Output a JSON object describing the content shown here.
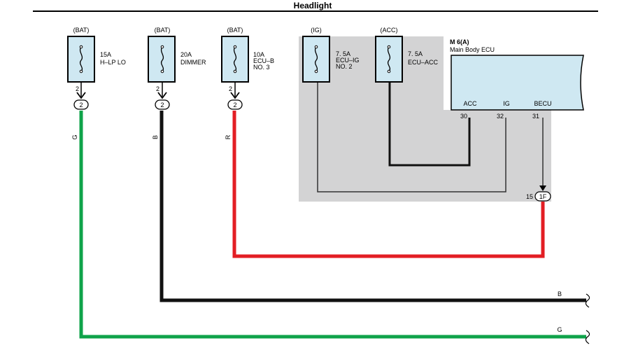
{
  "title": "Headlight",
  "colors": {
    "fuse_fill": "#cfe8f2",
    "shade": "#d3d3d4",
    "wire_green": "#0fa34a",
    "wire_black": "#111111",
    "wire_red": "#e31e24",
    "thin_wire": "#333333"
  },
  "fuses": [
    {
      "source": "(BAT)",
      "rating": "15A",
      "name_1": "H–LP LO",
      "name_2": "",
      "pin": "2",
      "connector": "2",
      "wire_color": "G"
    },
    {
      "source": "(BAT)",
      "rating": "20A",
      "name_1": "DIMMER",
      "name_2": "",
      "pin": "2",
      "connector": "2",
      "wire_color": "B"
    },
    {
      "source": "(BAT)",
      "rating": "10A",
      "name_1": "ECU–B",
      "name_2": "NO. 3",
      "pin": "2",
      "connector": "2",
      "wire_color": "R"
    },
    {
      "source": "(IG)",
      "rating": "7. 5A",
      "name_1": "ECU–IG",
      "name_2": "NO. 2",
      "pin": "",
      "connector": "",
      "wire_color": ""
    },
    {
      "source": "(ACC)",
      "rating": "7. 5A",
      "name_1": "ECU–ACC",
      "name_2": "",
      "pin": "",
      "connector": "",
      "wire_color": ""
    }
  ],
  "ecu": {
    "id": "M 6(A)",
    "name": "Main Body ECU",
    "terminals": [
      {
        "name": "ACC",
        "pin": "30"
      },
      {
        "name": "IG",
        "pin": "32"
      },
      {
        "name": "BECU",
        "pin": "31"
      }
    ],
    "connector": "1F",
    "connector_pin": "15"
  },
  "right_wire_labels": {
    "black": "B",
    "green": "G"
  }
}
